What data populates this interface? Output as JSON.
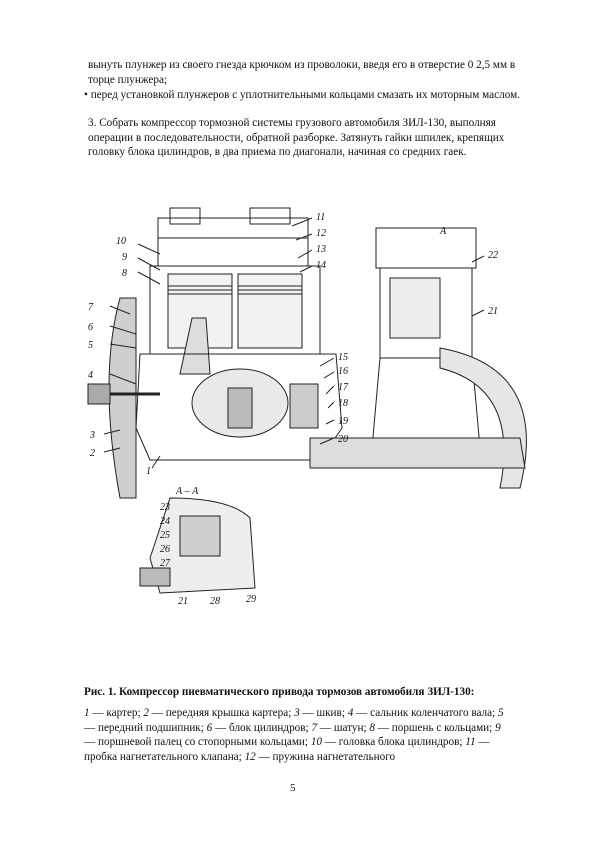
{
  "document": {
    "para1": "вынуть плунжер из своего гнезда крючком из проволоки, введя его в отверстие 0 2,5 мм в торце плунжера;",
    "para2": "• перед установкой плунжеров с уплотнительными кольцами смазать их моторным маслом.",
    "para3": "3. Собрать компрессор тормозной системы грузового автомобиля ЗИЛ-130, выполняя операции в последовательности, обратной разборке. Затянуть гайки шпилек, крепящих головку блока цилиндров, в два приема по диагонали, начиная со средних гаек.",
    "figure_caption": "Рис. 1. Компрессор пневматического привода тормозов автомобиля ЗИЛ-130:",
    "legend_items": [
      {
        "num": "1",
        "text": "картер"
      },
      {
        "num": "2",
        "text": "передняя крышка картера"
      },
      {
        "num": "3",
        "text": "шкив"
      },
      {
        "num": "4",
        "text": "сальник коленчатого вала"
      },
      {
        "num": "5",
        "text": "передний подшипник"
      },
      {
        "num": "6",
        "text": "блок цилиндров"
      },
      {
        "num": "7",
        "text": "шатун"
      },
      {
        "num": "8",
        "text": "поршень с кольцами"
      },
      {
        "num": "9",
        "text": "поршневой палец со стопорными кольцами"
      },
      {
        "num": "10",
        "text": "головка блока цилиндров"
      },
      {
        "num": "11",
        "text": "пробка нагнетательного клапана"
      },
      {
        "num": "12",
        "text": "пружина нагнетательного"
      }
    ],
    "page_number": "5"
  },
  "figure_labels": {
    "left": [
      "10",
      "9",
      "8",
      "7",
      "6",
      "5",
      "4",
      "3",
      "2",
      "1"
    ],
    "top_right": [
      "11",
      "12",
      "13",
      "14"
    ],
    "mid_right": [
      "15",
      "16",
      "17",
      "18",
      "19",
      "20"
    ],
    "side_view": [
      "22",
      "21"
    ],
    "section_title": "А – А",
    "section_labels": [
      "23",
      "24",
      "25",
      "26",
      "27",
      "21",
      "28",
      "29"
    ],
    "view_mark": "А"
  }
}
